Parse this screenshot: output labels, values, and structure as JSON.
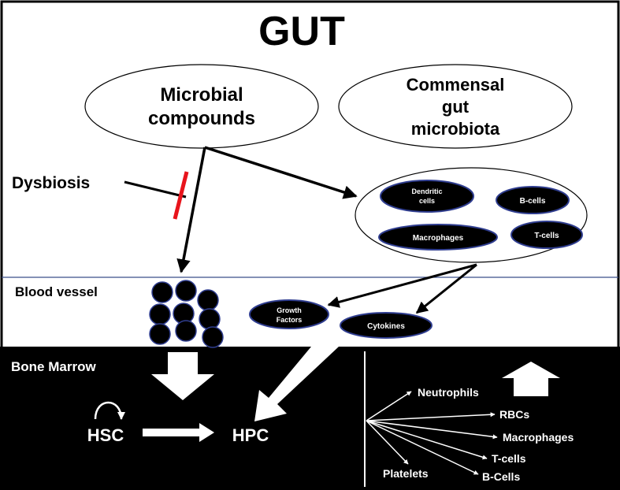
{
  "title": "GUT",
  "gut": {
    "microbial_compounds": [
      "Microbial",
      "compounds"
    ],
    "commensal": [
      "Commensal",
      "gut",
      "microbiota"
    ],
    "dysbiosis": "Dysbiosis",
    "immune_cells": {
      "dendritic": [
        "Dendritic",
        "cells"
      ],
      "bcells": "B-cells",
      "macrophages": "Macrophages",
      "tcells": "T-cells"
    }
  },
  "blood": {
    "label": "Blood vessel",
    "growth_factors": [
      "Growth",
      "Factors"
    ],
    "cytokines": "Cytokines"
  },
  "marrow": {
    "label": "Bone Marrow",
    "hsc": "HSC",
    "hpc": "HPC",
    "outputs": {
      "neutrophils": "Neutrophils",
      "rbcs": "RBCs",
      "macrophages": "Macrophages",
      "tcells": "T-cells",
      "bcells": "B-Cells",
      "platelets": "Platelets"
    }
  },
  "colors": {
    "background": "#ffffff",
    "marrow_background": "#000000",
    "cell_fill": "#000000",
    "cell_outline": "#2f3d8f",
    "dysbiosis_bar": "#e8141c",
    "vessel_line": "#3a4f8a"
  }
}
